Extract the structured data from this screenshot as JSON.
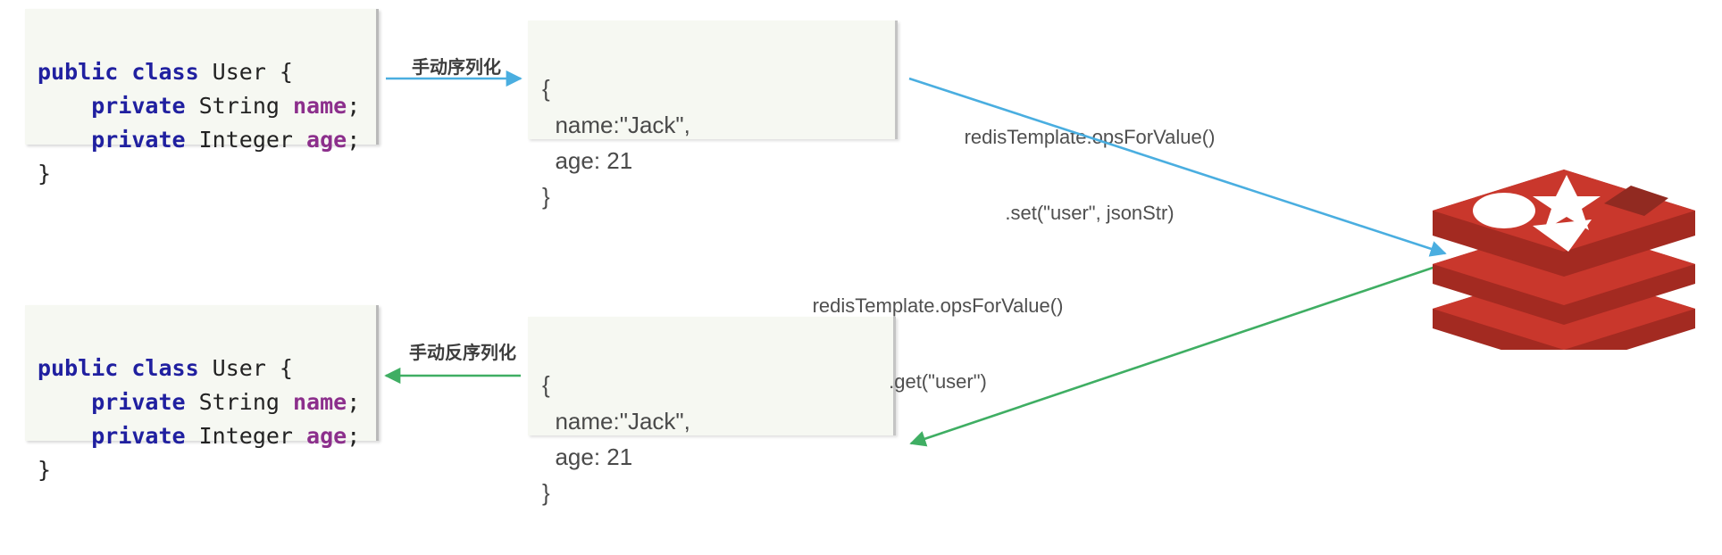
{
  "diagram": {
    "title": "Redis manual serialization flow",
    "colors": {
      "blue_arrow": "#4AAEE0",
      "green_arrow": "#3FAE63",
      "redis_top": "#C9372C",
      "redis_side": "#A32A21",
      "redis_dark": "#912A21",
      "code_bg": "#F6F8F2",
      "keyword": "#2020A0",
      "field": "#8C2F8C",
      "text": "#4A4A4A"
    }
  },
  "code_top": {
    "line1_kw": "public class",
    "line1_rest": " User {",
    "line2_kw": "private",
    "line2_type": " String ",
    "line2_field": "name",
    "line2_end": ";",
    "line3_kw": "private",
    "line3_type": " Integer ",
    "line3_field": "age",
    "line3_end": ";",
    "line4": "}"
  },
  "code_bottom": {
    "line1_kw": "public class",
    "line1_rest": " User {",
    "line2_kw": "private",
    "line2_type": " String ",
    "line2_field": "name",
    "line2_end": ";",
    "line3_kw": "private",
    "line3_type": " Integer ",
    "line3_field": "age",
    "line3_end": ";",
    "line4": "}"
  },
  "json_top": {
    "line1": "{",
    "line2": "  name:\"Jack\",",
    "line3": "  age: 21",
    "line4": "}"
  },
  "json_bottom": {
    "line1": "{",
    "line2": "  name:\"Jack\",",
    "line3": "  age: 21",
    "line4": "}"
  },
  "labels": {
    "serialize": "手动序列化",
    "deserialize": "手动反序列化",
    "set_line1": "redisTemplate.opsForValue()",
    "set_line2": ".set(\"user\", jsonStr)",
    "get_line1": "redisTemplate.opsForValue()",
    "get_line2": ".get(\"user\")"
  },
  "redis": {
    "name": "redis-logo"
  }
}
